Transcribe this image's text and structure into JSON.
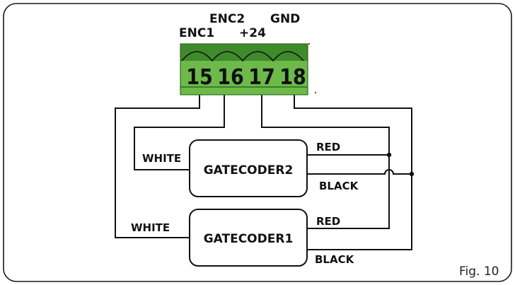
{
  "terminal": {
    "labels": {
      "enc1": "ENC1",
      "enc2": "ENC2",
      "plus24": "+24",
      "gnd": "GND"
    },
    "pins": [
      "15",
      "16",
      "17",
      "18"
    ],
    "color": "#6dba4a",
    "color_dark": "#3f8a2b"
  },
  "devices": {
    "gatecoder2": {
      "name": "GATECODER2",
      "wires": {
        "white": "WHITE",
        "red": "RED",
        "black": "BLACK"
      }
    },
    "gatecoder1": {
      "name": "GATECODER1",
      "wires": {
        "white": "WHITE",
        "red": "RED",
        "black": "BLACK"
      }
    }
  },
  "figure": {
    "label": "Fig. 10"
  }
}
